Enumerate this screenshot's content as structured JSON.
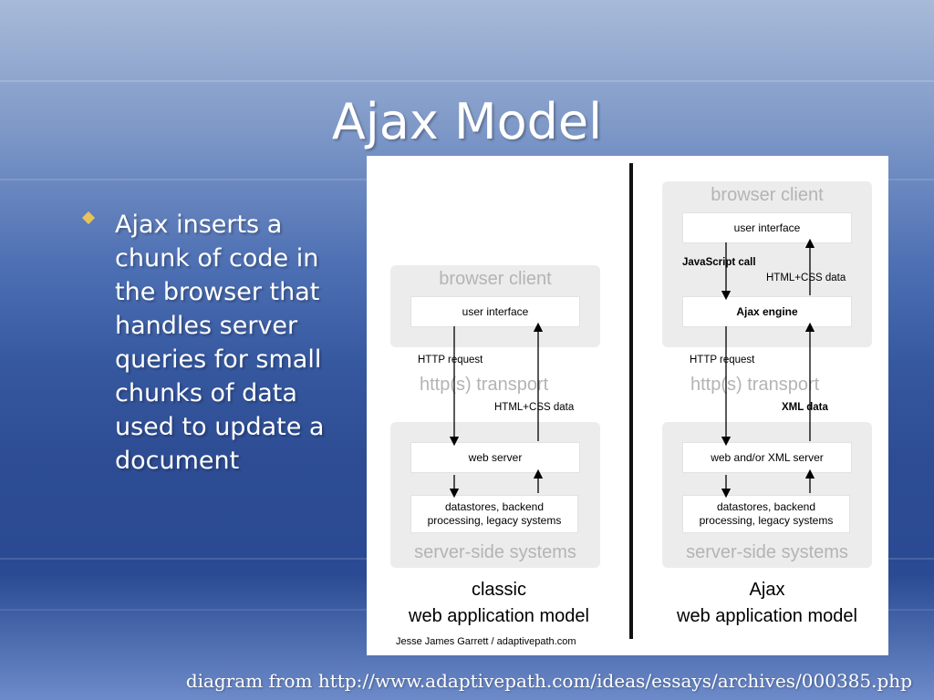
{
  "slide": {
    "title": "Ajax Model",
    "bullets": [
      "Ajax inserts a chunk of code in the browser that handles server queries for small chunks of data used to update a document"
    ],
    "footer": "diagram from http://www.adaptivepath.com/ideas/essays/archives/000385.php",
    "bullet_color": "#e8c25a"
  },
  "diagram": {
    "classic": {
      "browser_client": "browser client",
      "user_interface": "user interface",
      "http_request": "HTTP request",
      "transport": "http(s) transport",
      "html_css_data": "HTML+CSS data",
      "web_server": "web server",
      "datastores_line1": "datastores, backend",
      "datastores_line2": "processing, legacy systems",
      "server_side": "server-side systems",
      "caption_line1": "classic",
      "caption_line2": "web application model"
    },
    "ajax": {
      "browser_client": "browser client",
      "user_interface": "user interface",
      "javascript_call": "JavaScript call",
      "html_css_data": "HTML+CSS data",
      "ajax_engine": "Ajax engine",
      "http_request": "HTTP request",
      "transport": "http(s) transport",
      "xml_data": "XML data",
      "web_server": "web and/or XML server",
      "datastores_line1": "datastores, backend",
      "datastores_line2": "processing, legacy systems",
      "server_side": "server-side systems",
      "caption_line1": "Ajax",
      "caption_line2": "web application model"
    },
    "credit": "Jesse James Garrett / adaptivepath.com"
  }
}
